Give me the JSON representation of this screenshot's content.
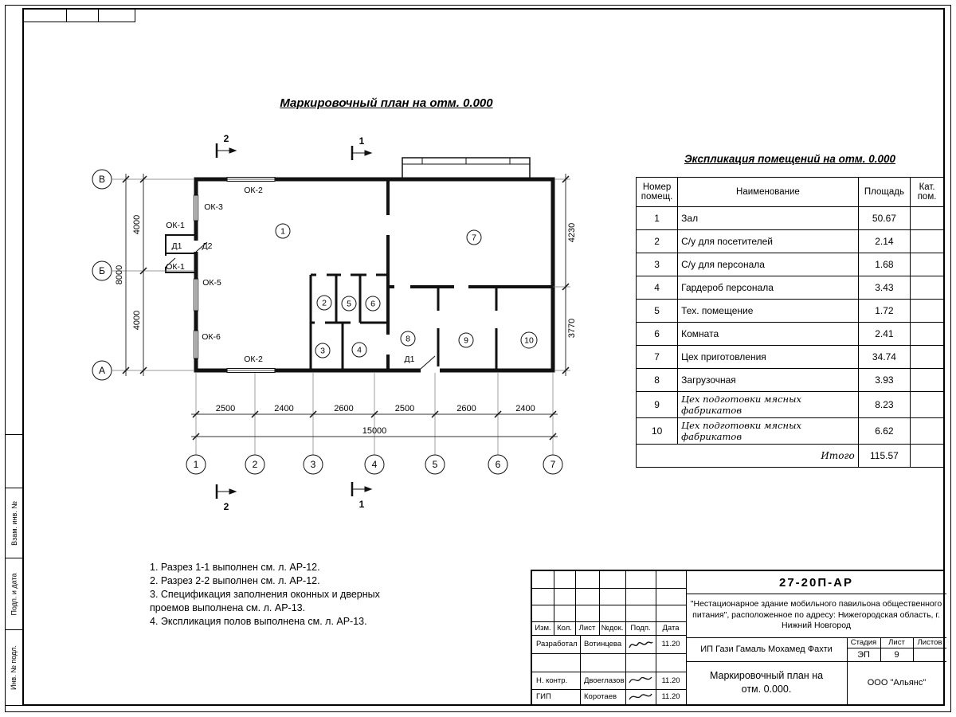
{
  "sheet": {
    "main_title": "Маркировочный план на отм. 0.000",
    "side_stamps": [
      "Взам. инв. №",
      "Подп. и дата",
      "Инв. № подл."
    ]
  },
  "plan": {
    "axes_rows": [
      "В",
      "Б",
      "А"
    ],
    "axes_cols": [
      "1",
      "2",
      "3",
      "4",
      "5",
      "6",
      "7"
    ],
    "dims_bottom": [
      "2500",
      "2400",
      "2600",
      "2500",
      "2600",
      "2400"
    ],
    "dim_total_bottom": "15000",
    "dims_left": [
      "4000",
      "4000"
    ],
    "dim_total_left": "8000",
    "dims_right": [
      "4230",
      "3770"
    ],
    "rooms": [
      "1",
      "2",
      "3",
      "4",
      "5",
      "6",
      "7",
      "8",
      "9",
      "10"
    ],
    "openings": [
      "ОК-2",
      "ОК-3",
      "ОК-1",
      "Д1",
      "Д2",
      "ОК-1",
      "ОК-5",
      "ОК-6",
      "ОК-2",
      "Д1"
    ],
    "sections": {
      "s1": "1",
      "s2": "2"
    }
  },
  "explication": {
    "title": "Экспликация помещений на отм. 0.000",
    "col_number": "Номер помещ.",
    "col_name": "Наименование",
    "col_area": "Площадь",
    "col_cat": "Кат. пом.",
    "rows": [
      {
        "n": "1",
        "name": "Зал",
        "area": "50.67"
      },
      {
        "n": "2",
        "name": "С/у для посетителей",
        "area": "2.14"
      },
      {
        "n": "3",
        "name": "С/у для персонала",
        "area": "1.68"
      },
      {
        "n": "4",
        "name": "Гардероб персонала",
        "area": "3.43"
      },
      {
        "n": "5",
        "name": "Тех. помещение",
        "area": "1.72"
      },
      {
        "n": "6",
        "name": "Комната",
        "area": "2.41"
      },
      {
        "n": "7",
        "name": "Цех приготовления",
        "area": "34.74"
      },
      {
        "n": "8",
        "name": "Загрузочная",
        "area": "3.93"
      },
      {
        "n": "9",
        "name": "Цех подготовки мясных фабрикатов",
        "area": "8.23"
      },
      {
        "n": "10",
        "name": "Цех подготовки мясных фабрикатов",
        "area": "6.62"
      }
    ],
    "total_label": "Итого",
    "total_value": "115.57"
  },
  "notes": [
    "1. Разрез 1-1 выполнен см. л. АР-12.",
    "2. Разрез 2-2 выполнен см. л. АР-12.",
    "3. Спецификация заполнения оконных и дверных проемов выполнена см. л. АР-13.",
    "4. Экспликация полов выполнена см. л. АР-13."
  ],
  "titleblock": {
    "doc_code": "27-20П-АР",
    "project": "\"Нестационарное здание мобильного павильона общественного питания\", расположенное по адресу: Нижегородская область, г. Нижний Новгород",
    "cols": {
      "izm": "Изм.",
      "kol": "Кол.",
      "list": "Лист",
      "ndok": "№док.",
      "podp": "Подп.",
      "data": "Дата"
    },
    "rows": [
      {
        "role": "Разработал",
        "name": "Вотинцева",
        "date": "11.20"
      },
      {
        "role": "Н. контр.",
        "name": "Двоеглазов",
        "date": "11.20"
      },
      {
        "role": "ГИП",
        "name": "Коротаев",
        "date": "11.20"
      }
    ],
    "client": "ИП Гази Гамаль Мохамед Фахти",
    "stage_label": "Стадия",
    "sheet_label": "Лист",
    "sheets_label": "Листов",
    "stage": "ЭП",
    "sheet_num": "9",
    "sheet_title": "Маркировочный план на отм. 0.000.",
    "company": "ООО \"Альянс\""
  }
}
